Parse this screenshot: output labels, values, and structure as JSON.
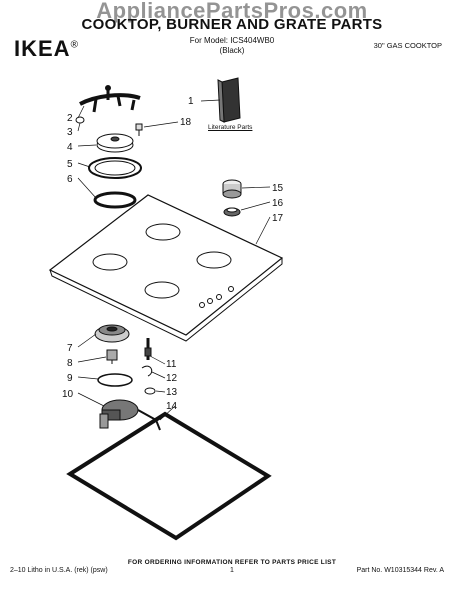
{
  "header": {
    "watermark": "AppliancePartsPros.com",
    "title": "COOKTOP, BURNER AND GRATE PARTS",
    "model_line": "For Model: ICS404WB0",
    "color_line": "(Black)",
    "brand": "IKEA",
    "brand_mark": "®",
    "product_type": "30\" GAS COOKTOP"
  },
  "diagram": {
    "literature_label": "Literature Parts",
    "callouts": [
      "1",
      "2",
      "3",
      "4",
      "5",
      "6",
      "7",
      "8",
      "9",
      "10",
      "11",
      "12",
      "13",
      "14",
      "15",
      "16",
      "17",
      "18"
    ]
  },
  "footer": {
    "ordering_note": "FOR ORDERING INFORMATION REFER TO PARTS PRICE LIST",
    "litho": "2–10 Litho in U.S.A. (rek) (psw)",
    "page": "1",
    "part_no": "Part No. W10315344 Rev. A"
  }
}
